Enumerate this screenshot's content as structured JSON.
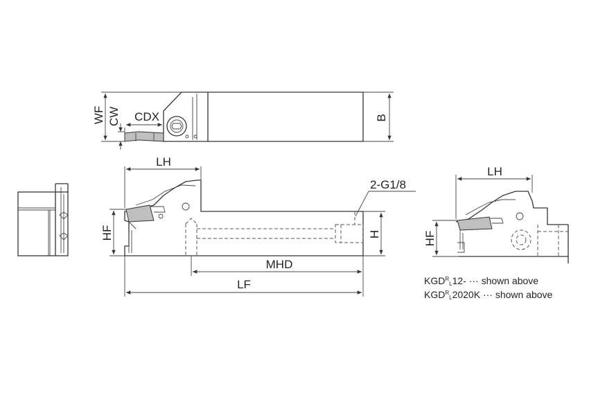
{
  "labels": {
    "wf": "WF",
    "cw": "CW",
    "cdx": "CDX",
    "b": "B",
    "lh_main": "LH",
    "lh_alt": "LH",
    "g": "2-G1/8",
    "hf_main": "HF",
    "hf_alt": "HF",
    "h": "H",
    "mhd": "MHD",
    "lf": "LF"
  },
  "notes": [
    {
      "prefix": "KGD",
      "sup": "R",
      "sub": "L",
      "suffix": "12- ··· shown above"
    },
    {
      "prefix": "KGD",
      "sup": "R",
      "sub": "L",
      "suffix": "2020K ··· shown above"
    }
  ],
  "colors": {
    "line": "#333333",
    "insert": "#bfbfbf"
  }
}
